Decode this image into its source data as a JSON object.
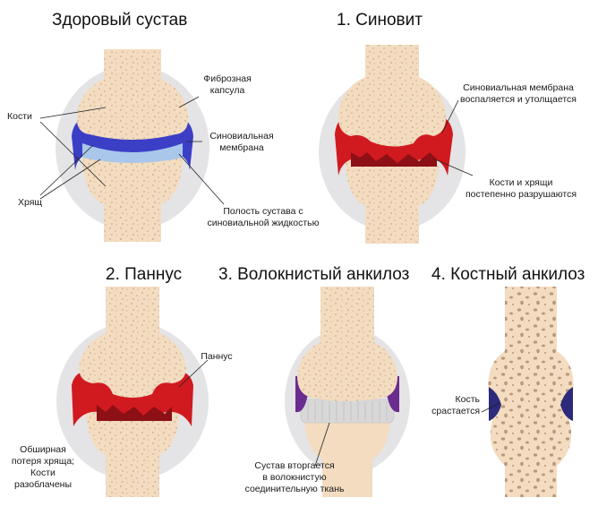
{
  "titles": {
    "healthy": "Здоровый сустав",
    "synovitis": "1. Синовит",
    "pannus": "2. Паннус",
    "fibrous": "3. Волокнистый анкилоз",
    "bony": "4. Костный анкилоз"
  },
  "labels": {
    "fibrous_capsule": "Фиброзная\nкапсула",
    "bones": "Кости",
    "synovial_membrane": "Синовиальная\nмембрана",
    "cartilage": "Хрящ",
    "joint_cavity": "Полость сустава с\nсиновиальной жидкостью",
    "membrane_inflamed": "Синовиальная мембрана\nвоспаляется и утолщается",
    "bones_cartilage_destroyed": "Кости и хрящи\nпостепенно разрушаются",
    "pannus": "Паннус",
    "cartilage_loss": "Обширная\nпотеря хряща;\nКости\nразоблачены",
    "fibrous_tissue": "Сустав вторгается\nв волокнистую\nсоединительную ткань",
    "bone_fuses": "Кость\nсрастается"
  },
  "colors": {
    "bone": "#f3dcc0",
    "bone_pore": "#c9ab8a",
    "capsule": "#e4e4e6",
    "membrane_healthy": "#3b3fc6",
    "cartilage_healthy": "#a9c7ea",
    "inflamed": "#d11a1f",
    "inflamed_dark": "#8c1015",
    "purple": "#6a2c8e",
    "fibrous": "#d8d8d8"
  }
}
